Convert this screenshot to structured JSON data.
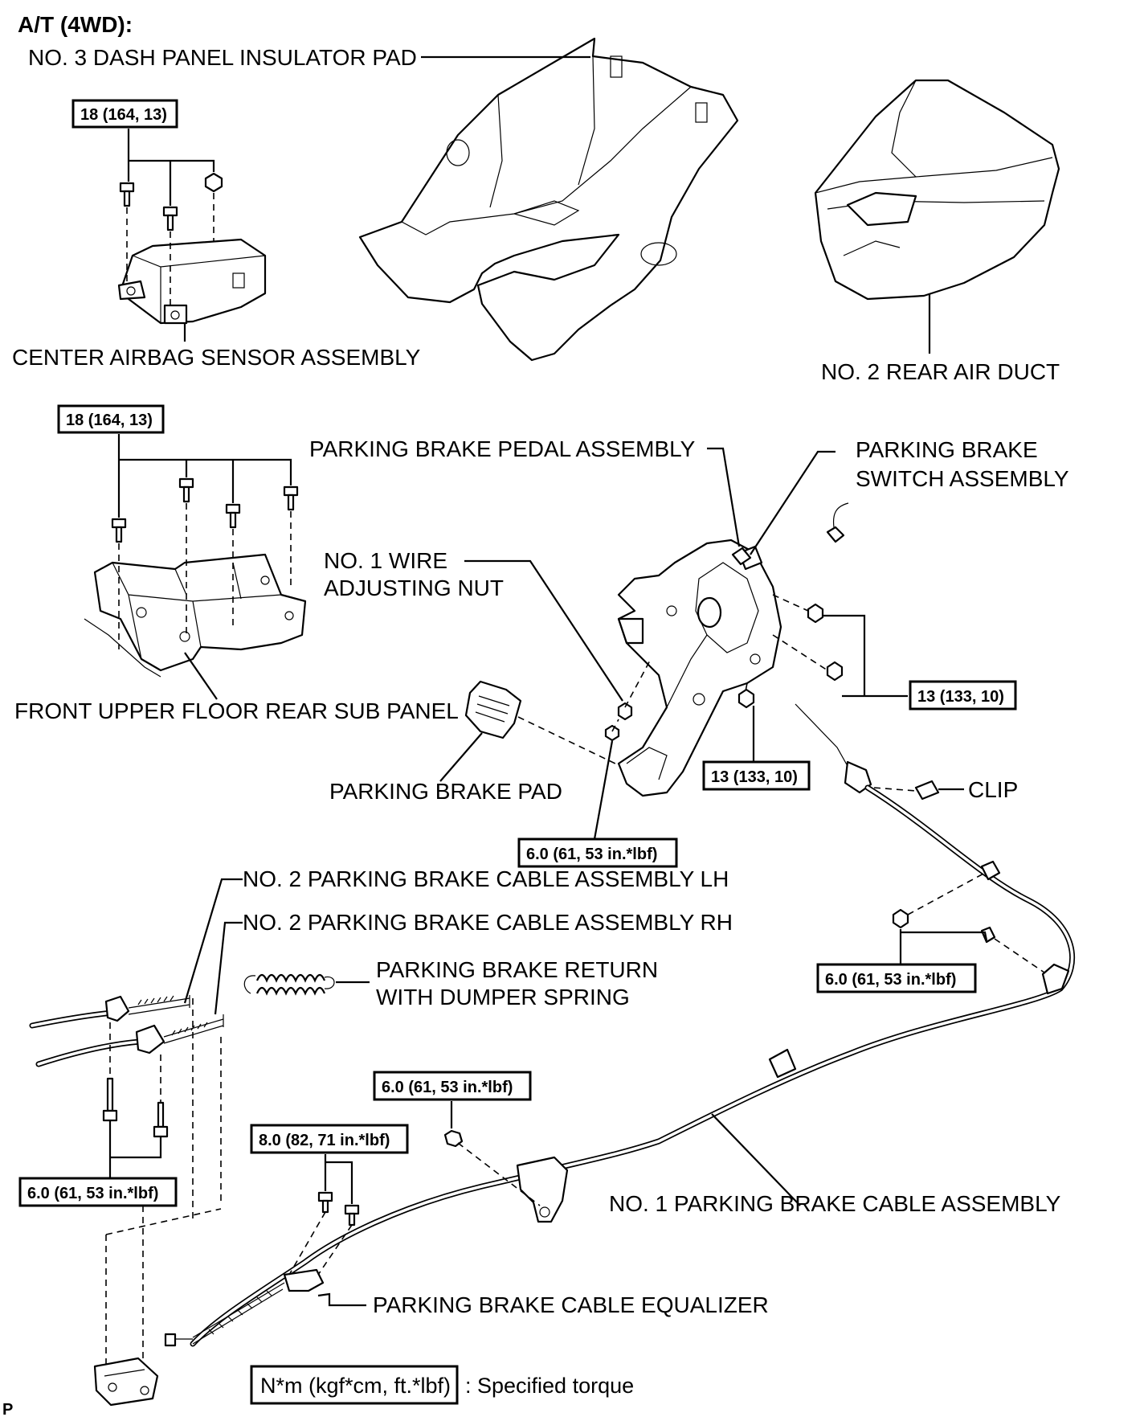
{
  "header": {
    "title": "A/T (4WD):"
  },
  "parts": {
    "dash_insulator": "NO. 3 DASH PANEL INSULATOR PAD",
    "airbag_sensor": "CENTER AIRBAG SENSOR ASSEMBLY",
    "rear_air_duct": "NO. 2 REAR AIR DUCT",
    "pedal_assembly": "PARKING BRAKE PEDAL ASSEMBLY",
    "switch_line1": "PARKING BRAKE",
    "switch_line2": "SWITCH ASSEMBLY",
    "wire_nut_line1": "NO. 1 WIRE",
    "wire_nut_line2": "ADJUSTING NUT",
    "sub_panel": "FRONT UPPER FLOOR REAR SUB PANEL",
    "brake_pad": "PARKING BRAKE PAD",
    "clip": "CLIP",
    "cable_lh": "NO. 2 PARKING BRAKE CABLE ASSEMBLY LH",
    "cable_rh": "NO. 2 PARKING BRAKE CABLE ASSEMBLY RH",
    "return_spring_line1": "PARKING BRAKE RETURN",
    "return_spring_line2": "WITH DUMPER SPRING",
    "cable_no1": "NO. 1 PARKING BRAKE CABLE ASSEMBLY",
    "equalizer": "PARKING BRAKE CABLE EQUALIZER"
  },
  "torques": {
    "airbag_sensor": "18 (164, 13)",
    "sub_panel": "18 (164, 13)",
    "pedal_upper": "13 (133, 10)",
    "pedal_lower": "13 (133, 10)",
    "wire_nut": "6.0 (61, 53 in.*lbf)",
    "cable_clamp_right": "6.0 (61, 53 in.*lbf)",
    "cable_clamp_left": "6.0 (61, 53 in.*lbf)",
    "cable_nut_center": "6.0 (61, 53 in.*lbf)",
    "equalizer": "8.0 (82, 71 in.*lbf)"
  },
  "legend": {
    "unit": "N*m (kgf*cm, ft.*lbf)",
    "description": ": Specified torque"
  },
  "corner_mark": "P"
}
